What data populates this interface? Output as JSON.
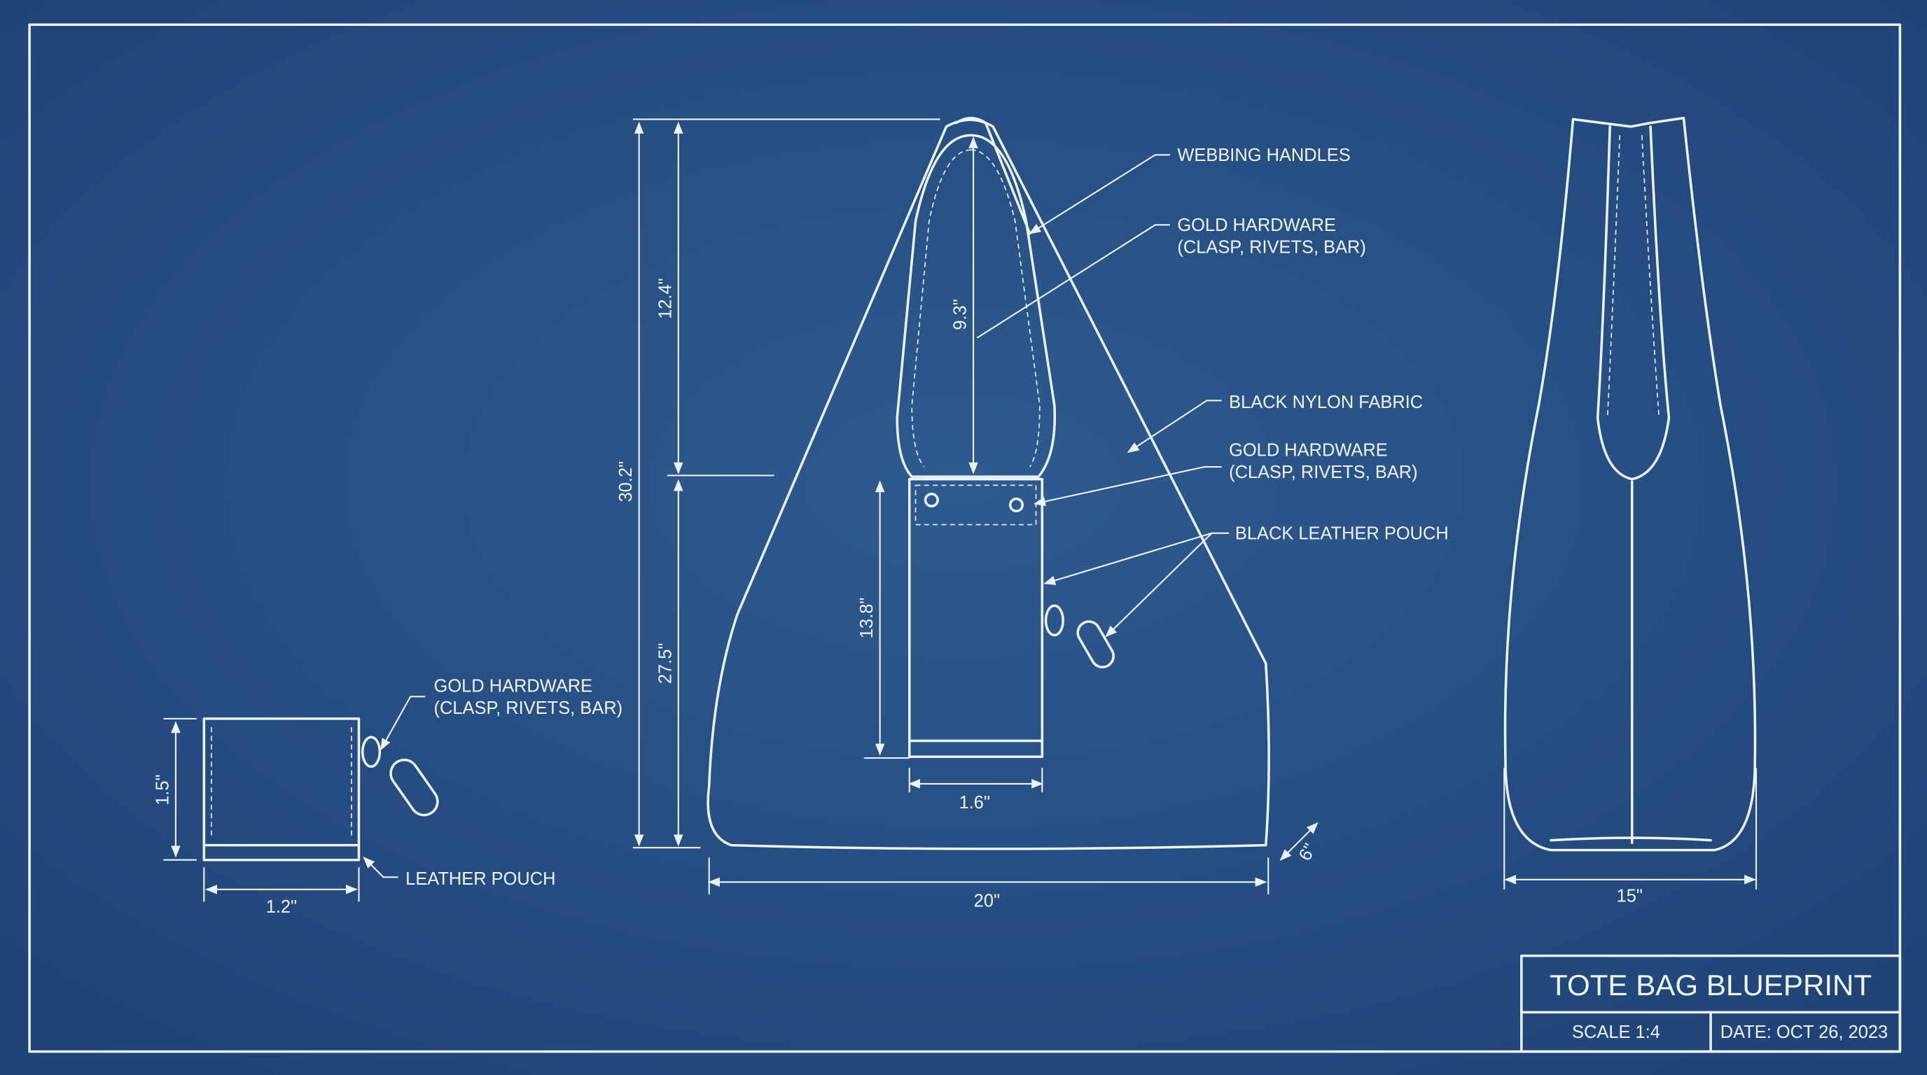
{
  "title_block": {
    "title": "TOTE BAG BLUEPRINT",
    "scale": "SCALE 1:4",
    "date": "DATE: OCT 26, 2023"
  },
  "callouts": {
    "webbing_handles": "WEBBING HANDLES",
    "gold_hardware_1": [
      "GOLD HARDWARE",
      "(CLASP, RIVETS, BAR)"
    ],
    "black_nylon": "BLACK NYLON FABRIC",
    "gold_hardware_2": [
      "GOLD HARDWARE",
      "(CLASP, RIVETS, BAR)"
    ],
    "black_leather_pouch": "BLACK LEATHER POUCH",
    "gold_hardware_3": [
      "GOLD HARDWARE",
      "(CLASP, RIVETS, BAR)"
    ],
    "leather_pouch": "LEATHER POUCH"
  },
  "dimensions": {
    "total_height": "30.2\"",
    "handle_height": "12.4\"",
    "handle_drop": "9.3\"",
    "body_height": "27.5\"",
    "pouch_height": "13.8\"",
    "pouch_width": "1.6\"",
    "bag_width": "20\"",
    "bag_depth": "6\"",
    "side_width": "15\"",
    "small_pouch_height": "1.5\"",
    "small_pouch_width": "1.2\""
  },
  "colors": {
    "background": "#234a7c",
    "line": "#eef3fa"
  }
}
